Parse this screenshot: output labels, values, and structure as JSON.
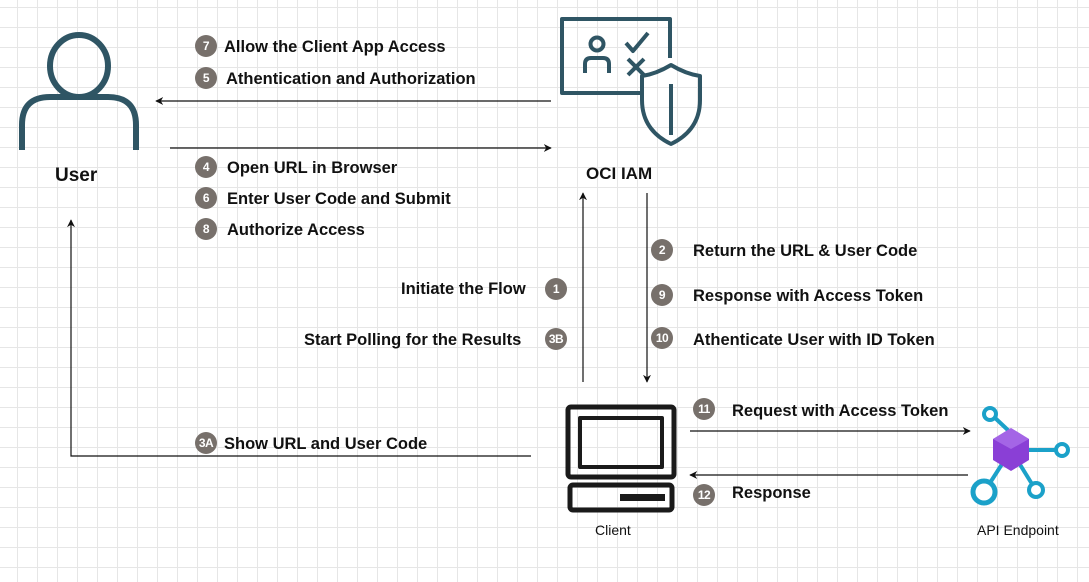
{
  "actors": {
    "user": "User",
    "oci_iam": "OCI IAM",
    "client": "Client",
    "api_endpoint": "API Endpoint"
  },
  "steps": [
    {
      "id": "s7",
      "num": "7",
      "text": "Allow the Client App Access"
    },
    {
      "id": "s5",
      "num": "5",
      "text": "Athentication and Authorization"
    },
    {
      "id": "s4",
      "num": "4",
      "text": "Open URL in Browser"
    },
    {
      "id": "s6",
      "num": "6",
      "text": "Enter User Code and Submit"
    },
    {
      "id": "s8",
      "num": "8",
      "text": "Authorize Access"
    },
    {
      "id": "s1",
      "num": "1",
      "text": "Initiate the Flow"
    },
    {
      "id": "s3b",
      "num": "3B",
      "text": "Start Polling for the Results"
    },
    {
      "id": "s2",
      "num": "2",
      "text": "Return the URL & User Code"
    },
    {
      "id": "s9",
      "num": "9",
      "text": "Response with Access Token"
    },
    {
      "id": "s10",
      "num": "10",
      "text": "Athenticate User with ID Token"
    },
    {
      "id": "s11",
      "num": "11",
      "text": "Request with Access Token"
    },
    {
      "id": "s12",
      "num": "12",
      "text": "Response"
    },
    {
      "id": "s3a",
      "num": "3A",
      "text": "Show URL and User Code"
    }
  ],
  "colors": {
    "icon_teal": "#2f5564",
    "badge_gray": "#77706b",
    "grid": "#e6e6e6",
    "api_hex": "#8a3fd6",
    "api_nodes": "#1ba1c9"
  },
  "icons": {
    "user": "user-icon",
    "oci_iam": "identity-shield-icon",
    "client": "computer-icon",
    "api_endpoint": "api-hexagon-icon"
  }
}
